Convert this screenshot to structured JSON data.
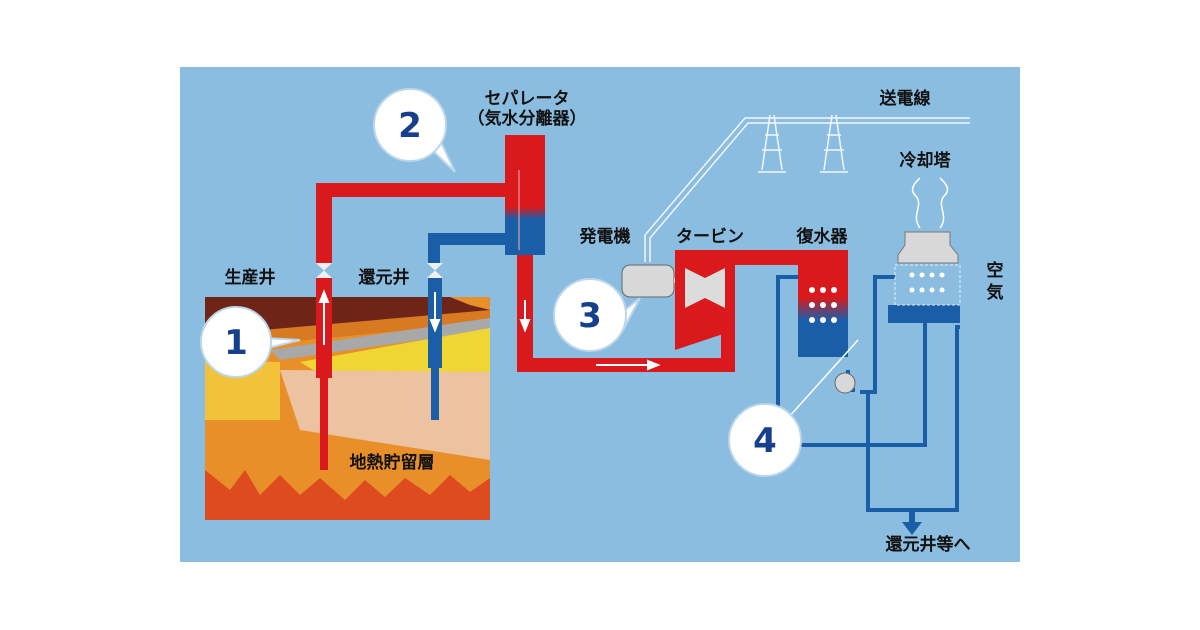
{
  "colors": {
    "background": "#8bbde0",
    "steam_red": "#d9191c",
    "water_blue": "#1a5ea8",
    "equipment_gray": "#d8d8d8",
    "number_text": "#163f8c"
  },
  "labels": {
    "separator_line1": "セパレータ",
    "separator_line2": "（気水分離器）",
    "transmission_line": "送電線",
    "cooling_tower": "冷却塔",
    "generator": "発電機",
    "turbine": "タービン",
    "condenser": "復水器",
    "air_1": "空",
    "air_2": "気",
    "production_well": "生産井",
    "reinjection_well": "還元井",
    "geothermal_reservoir": "地熱貯留層",
    "to_reinjection_wells": "還元井等へ"
  },
  "callouts": [
    "1",
    "2",
    "3",
    "4"
  ]
}
